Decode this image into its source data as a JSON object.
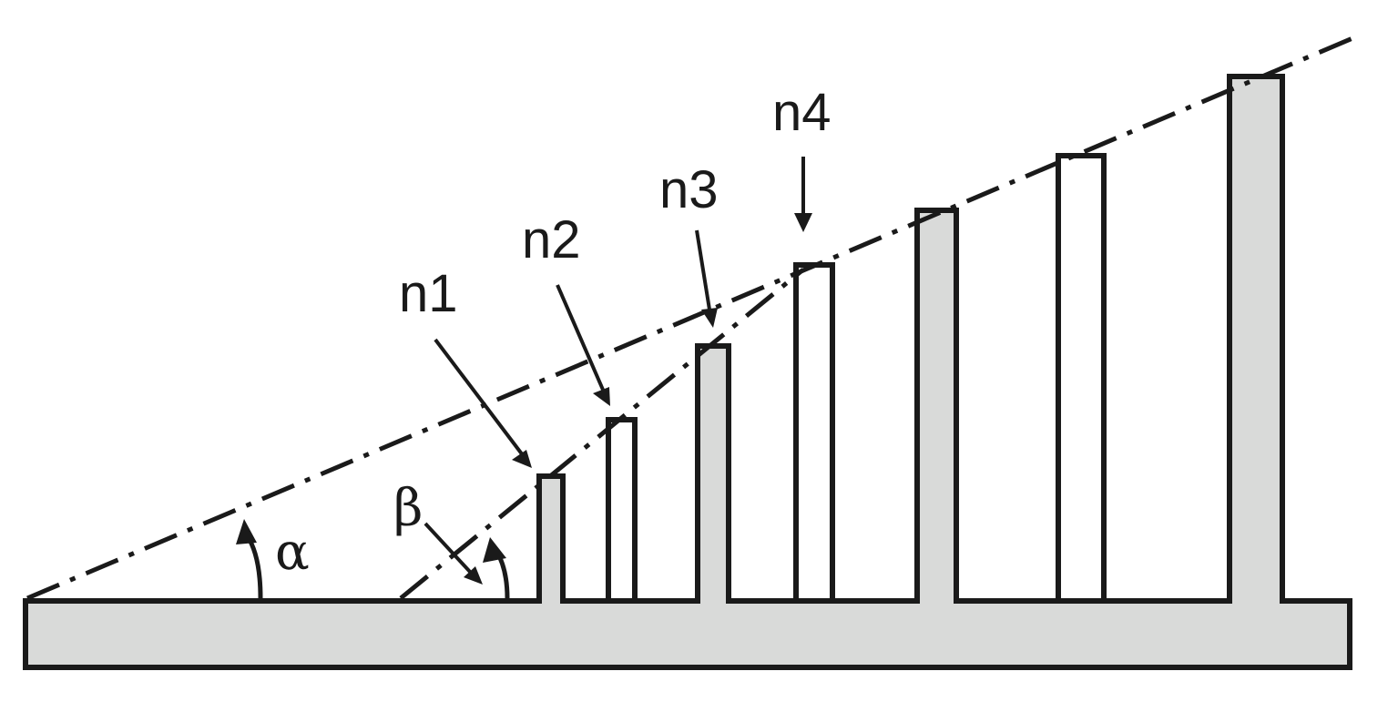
{
  "colors": {
    "fill_gray": "#d9dad9",
    "fill_white": "#ffffff",
    "stroke": "#1a1a1a"
  },
  "labels": {
    "n1": "n1",
    "n2": "n2",
    "n3": "n3",
    "n4": "n4",
    "alpha": "α",
    "beta": "β"
  },
  "fins": [
    {
      "fill": "gray"
    },
    {
      "fill": "white"
    },
    {
      "fill": "gray"
    },
    {
      "fill": "white"
    },
    {
      "fill": "gray"
    },
    {
      "fill": "white"
    },
    {
      "fill": "gray"
    }
  ]
}
